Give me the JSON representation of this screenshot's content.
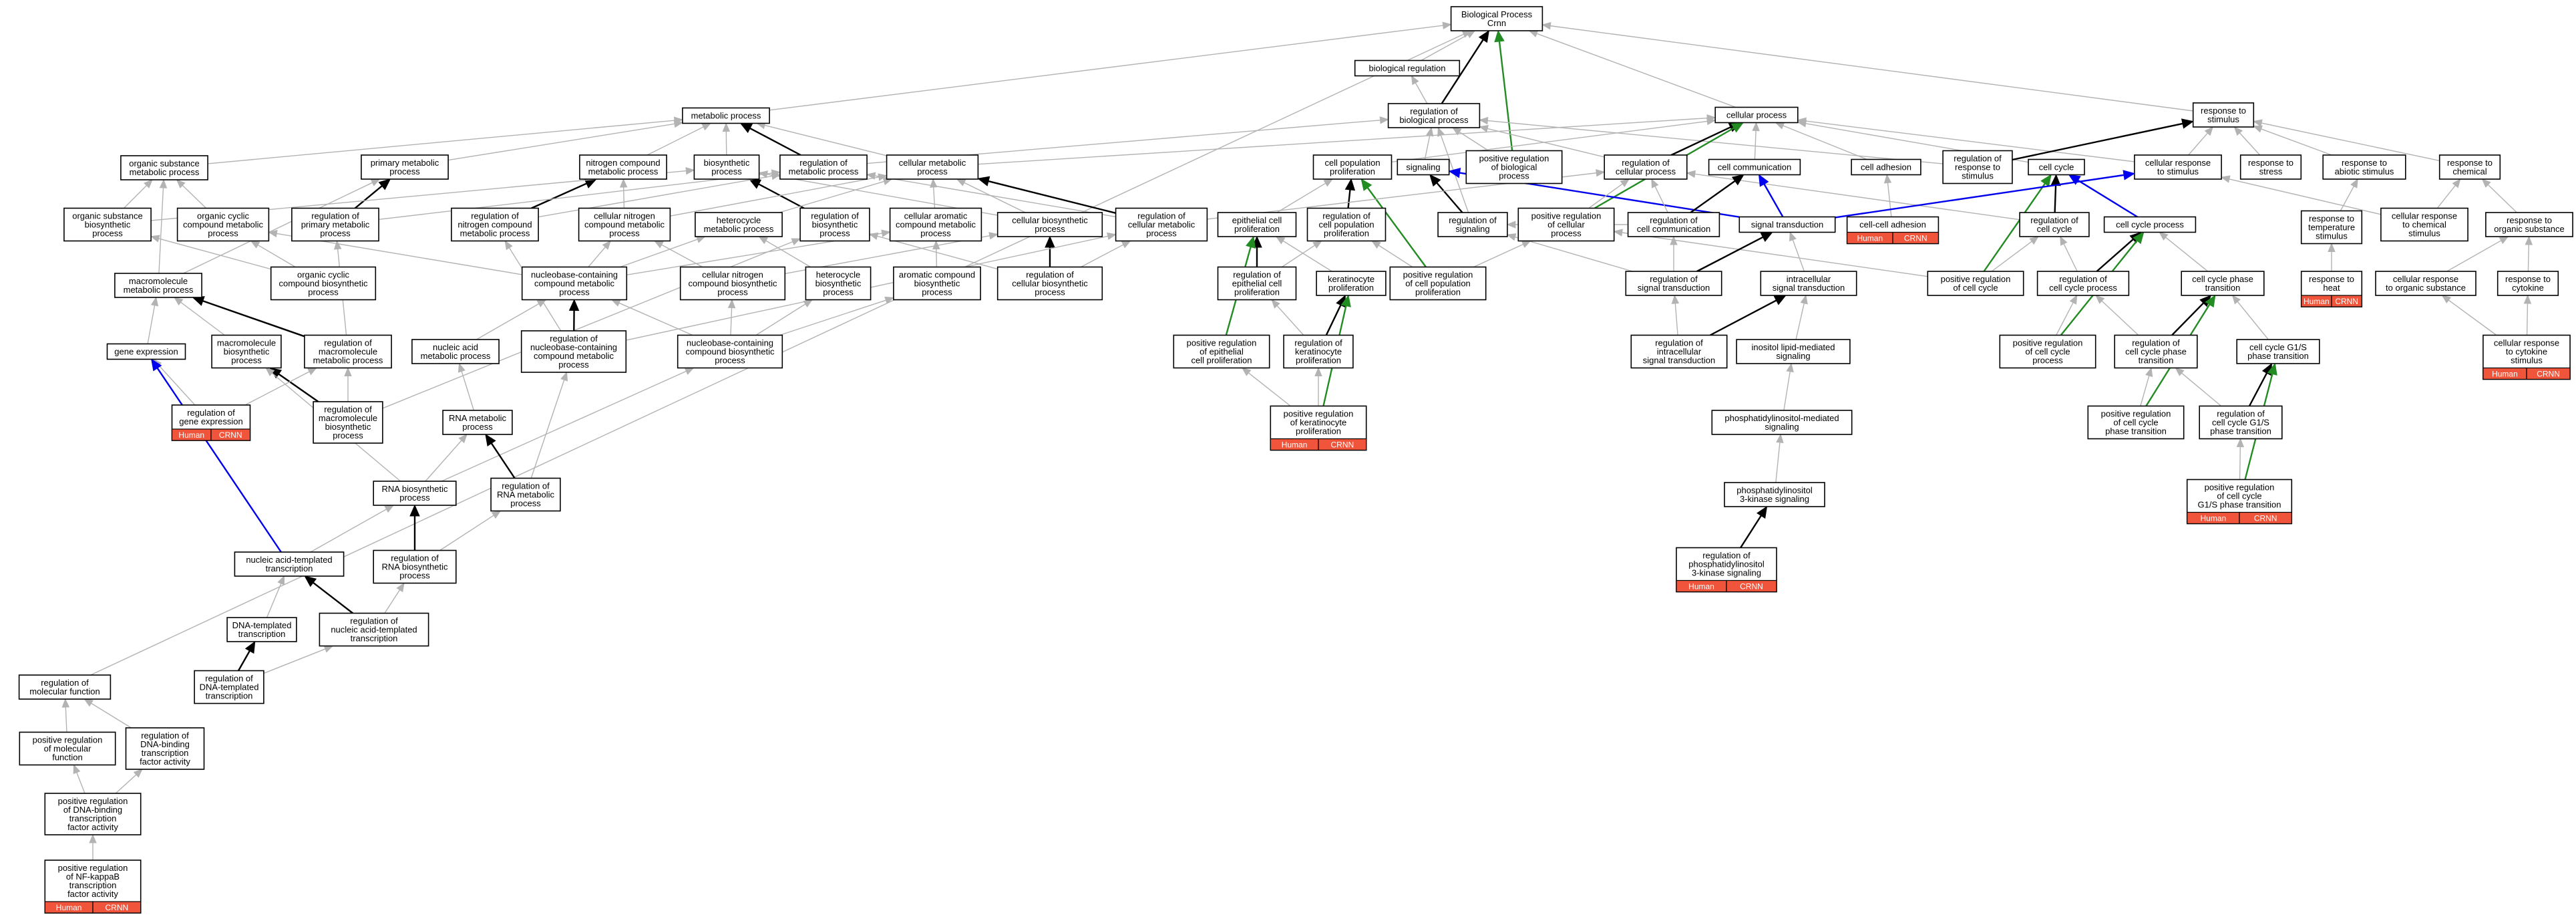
{
  "colors": {
    "gray": "#b3b3b3",
    "black": "#000000",
    "green": "#228b22",
    "blue": "#0000ee",
    "gene_fill": "#f0553c"
  },
  "nodes": {
    "root": [
      "Biological Process",
      "Crnn"
    ],
    "bioreg": [
      "biological regulation"
    ],
    "metab": [
      "metabolic process"
    ],
    "regbio": [
      "regulation of",
      "biological process"
    ],
    "cellproc": [
      "cellular process"
    ],
    "respstim": [
      "response to",
      "stimulus"
    ],
    "orgsubmet": [
      "organic substance",
      "metabolic process"
    ],
    "primmet": [
      "primary metabolic",
      "process"
    ],
    "nitromet": [
      "nitrogen compound",
      "metabolic process"
    ],
    "biosyn": [
      "biosynthetic",
      "process"
    ],
    "regmetab": [
      "regulation of",
      "metabolic process"
    ],
    "cellmetab": [
      "cellular metabolic",
      "process"
    ],
    "cellpopprol": [
      "cell population",
      "proliferation"
    ],
    "signaling": [
      "signaling"
    ],
    "posregbio": [
      "positive regulation",
      "of biological",
      "process"
    ],
    "regcellproc": [
      "regulation of",
      "cellular process"
    ],
    "cellcomm": [
      "cell communication"
    ],
    "celladh": [
      "cell adhesion"
    ],
    "regrespstim": [
      "regulation of",
      "response to",
      "stimulus"
    ],
    "cellcycle": [
      "cell cycle"
    ],
    "cellrespstim": [
      "cellular response",
      "to stimulus"
    ],
    "respstress": [
      "response to",
      "stress"
    ],
    "respabiotic": [
      "response to",
      "abiotic stimulus"
    ],
    "respchem": [
      "response to",
      "chemical"
    ],
    "orgsubbiosyn": [
      "organic substance",
      "biosynthetic",
      "process"
    ],
    "orgcycmet": [
      "organic cyclic",
      "compound metabolic",
      "process"
    ],
    "regprimmet": [
      "regulation of",
      "primary metabolic",
      "process"
    ],
    "regnitromet": [
      "regulation of",
      "nitrogen compound",
      "metabolic process"
    ],
    "cellnitromet": [
      "cellular nitrogen",
      "compound metabolic",
      "process"
    ],
    "heterocycmet": [
      "heterocycle",
      "metabolic process"
    ],
    "regbiosyn": [
      "regulation of",
      "biosynthetic",
      "process"
    ],
    "cellaromet": [
      "cellular aromatic",
      "compound metabolic",
      "process"
    ],
    "cellbiosyn": [
      "cellular biosynthetic",
      "process"
    ],
    "regcellmetab": [
      "regulation of",
      "cellular metabolic",
      "process"
    ],
    "epiprol": [
      "epithelial cell",
      "proliferation"
    ],
    "regcellpop": [
      "regulation of",
      "cell population",
      "proliferation"
    ],
    "regsignaling": [
      "regulation of",
      "signaling"
    ],
    "posregcellproc": [
      "positive regulation",
      "of cellular",
      "process"
    ],
    "regcellcomm": [
      "regulation of",
      "cell communication"
    ],
    "signaltrans": [
      "signal transduction"
    ],
    "cellcelladh": [
      "cell-cell adhesion"
    ],
    "regcellcycle": [
      "regulation of",
      "cell cycle"
    ],
    "cellcycleproc": [
      "cell cycle process"
    ],
    "resptemp": [
      "response to",
      "temperature",
      "stimulus"
    ],
    "cellrespchem": [
      "cellular response",
      "to chemical",
      "stimulus"
    ],
    "resporgsub": [
      "response to",
      "organic substance"
    ],
    "macromet": [
      "macromolecule",
      "metabolic process"
    ],
    "orgcycbiosyn": [
      "organic cyclic",
      "compound biosynthetic",
      "process"
    ],
    "nucbasemet": [
      "nucleobase-containing",
      "compound metabolic",
      "process"
    ],
    "cellnitrobiosyn": [
      "cellular nitrogen",
      "compound biosynthetic",
      "process"
    ],
    "heterocycbiosyn": [
      "heterocycle",
      "biosynthetic",
      "process"
    ],
    "aromaticbiosyn": [
      "aromatic compound",
      "biosynthetic",
      "process"
    ],
    "regcellbiosyn": [
      "regulation of",
      "cellular biosynthetic",
      "process"
    ],
    "regepi": [
      "regulation of",
      "epithelial cell",
      "proliferation"
    ],
    "keratprol": [
      "keratinocyte",
      "proliferation"
    ],
    "posregcellpop": [
      "positive regulation",
      "of cell population",
      "proliferation"
    ],
    "regsigtrans": [
      "regulation of",
      "signal transduction"
    ],
    "intrasig": [
      "intracellular",
      "signal transduction"
    ],
    "posregcellcycle": [
      "positive regulation",
      "of cell cycle"
    ],
    "regcellcycleproc": [
      "regulation of",
      "cell cycle process"
    ],
    "ccphasetrans": [
      "cell cycle phase",
      "transition"
    ],
    "respheat": [
      "response to",
      "heat"
    ],
    "cellresporgsub": [
      "cellular response",
      "to organic substance"
    ],
    "respcytokine": [
      "response to",
      "cytokine"
    ],
    "geneexpr": [
      "gene expression"
    ],
    "macrobiosyn": [
      "macromolecule",
      "biosynthetic",
      "process"
    ],
    "regmacromet": [
      "regulation of",
      "macromolecule",
      "metabolic process"
    ],
    "nucacidmet": [
      "nucleic acid",
      "metabolic process"
    ],
    "regnucbasemet": [
      "regulation of",
      "nucleobase-containing",
      "compound metabolic",
      "process"
    ],
    "nucbasebiosyn": [
      "nucleobase-containing",
      "compound biosynthetic",
      "process"
    ],
    "posregepi": [
      "positive regulation",
      "of epithelial",
      "cell proliferation"
    ],
    "regkerat": [
      "regulation of",
      "keratinocyte",
      "proliferation"
    ],
    "regintrasig": [
      "regulation of",
      "intracellular",
      "signal transduction"
    ],
    "inositol": [
      "inositol lipid-mediated",
      "signaling"
    ],
    "posregcellcycleproc": [
      "positive regulation",
      "of cell cycle",
      "process"
    ],
    "regccphase": [
      "regulation of",
      "cell cycle phase",
      "transition"
    ],
    "g1s": [
      "cell cycle G1/S",
      "phase transition"
    ],
    "cellrespcytokine": [
      "cellular response",
      "to cytokine",
      "stimulus"
    ],
    "reggeneexpr": [
      "regulation of",
      "gene expression"
    ],
    "regmacrobiosyn": [
      "regulation of",
      "macromolecule",
      "biosynthetic",
      "process"
    ],
    "rnamet": [
      "RNA metabolic",
      "process"
    ],
    "posregkerat": [
      "positive regulation",
      "of keratinocyte",
      "proliferation"
    ],
    "pi3k": [
      "phosphatidylinositol-mediated",
      "signaling"
    ],
    "posregccphase": [
      "positive regulation",
      "of cell cycle",
      "phase transition"
    ],
    "regg1s": [
      "regulation of",
      "cell cycle G1/S",
      "phase transition"
    ],
    "rnabiosyn": [
      "RNA biosynthetic",
      "process"
    ],
    "regrnamet": [
      "regulation of",
      "RNA metabolic",
      "process"
    ],
    "pi3kinase": [
      "phosphatidylinositol",
      "3-kinase signaling"
    ],
    "posregg1s": [
      "positive regulation",
      "of cell cycle",
      "G1/S phase transition"
    ],
    "nucacidtemplate": [
      "nucleic acid-templated",
      "transcription"
    ],
    "regrnabiosyn": [
      "regulation of",
      "RNA biosynthetic",
      "process"
    ],
    "regpi3k": [
      "regulation of",
      "phosphatidylinositol",
      "3-kinase signaling"
    ],
    "dnatemplate": [
      "DNA-templated",
      "transcription"
    ],
    "regnucacid": [
      "regulation of",
      "nucleic acid-templated",
      "transcription"
    ],
    "regdnatemplate": [
      "regulation of",
      "DNA-templated",
      "transcription"
    ],
    "regmolfunc": [
      "regulation of",
      "molecular function"
    ],
    "posregmolfunc": [
      "positive regulation",
      "of molecular",
      "function"
    ],
    "regdnabinding": [
      "regulation of",
      "DNA-binding",
      "transcription",
      "factor activity"
    ],
    "posregdnabinding": [
      "positive regulation",
      "of DNA-binding",
      "transcription",
      "factor activity"
    ],
    "posregnfkb": [
      "positive regulation",
      "of NF-kappaB",
      "transcription",
      "factor activity"
    ]
  },
  "genes": {
    "labels": [
      "Human",
      "CRNN"
    ],
    "annotated": [
      "cellcelladh",
      "reggeneexpr",
      "posregkerat",
      "regpi3k",
      "respheat",
      "cellrespcytokine",
      "posregg1s",
      "posregnfkb"
    ]
  },
  "edges": [
    [
      "bioreg",
      "root",
      "gray"
    ],
    [
      "metab",
      "root",
      "gray"
    ],
    [
      "regbio",
      "root",
      "black"
    ],
    [
      "posregbio",
      "root",
      "green"
    ],
    [
      "cellproc",
      "root",
      "gray"
    ],
    [
      "respstim",
      "root",
      "gray"
    ],
    [
      "regmolfunc",
      "root",
      "gray"
    ],
    [
      "regbio",
      "bioreg",
      "gray"
    ],
    [
      "orgsubmet",
      "metab",
      "gray"
    ],
    [
      "primmet",
      "metab",
      "gray"
    ],
    [
      "nitromet",
      "metab",
      "gray"
    ],
    [
      "biosyn",
      "metab",
      "gray"
    ],
    [
      "regmetab",
      "metab",
      "black"
    ],
    [
      "cellmetab",
      "metab",
      "gray"
    ],
    [
      "regmetab",
      "regbio",
      "gray"
    ],
    [
      "signaling",
      "regbio",
      "gray"
    ],
    [
      "posregbio",
      "regbio",
      "gray"
    ],
    [
      "regcellproc",
      "regbio",
      "gray"
    ],
    [
      "regrespstim",
      "regbio",
      "gray"
    ],
    [
      "regsignaling",
      "regbio",
      "gray"
    ],
    [
      "cellpopprol",
      "cellproc",
      "gray"
    ],
    [
      "regcellproc",
      "cellproc",
      "black"
    ],
    [
      "cellcomm",
      "cellproc",
      "gray"
    ],
    [
      "celladh",
      "cellproc",
      "gray"
    ],
    [
      "cellcycle",
      "cellproc",
      "gray"
    ],
    [
      "cellrespstim",
      "cellproc",
      "gray"
    ],
    [
      "cellmetab",
      "cellproc",
      "gray"
    ],
    [
      "posregcellproc",
      "cellproc",
      "green"
    ],
    [
      "regrespstim",
      "respstim",
      "black"
    ],
    [
      "cellrespstim",
      "respstim",
      "gray"
    ],
    [
      "respstress",
      "respstim",
      "gray"
    ],
    [
      "respabiotic",
      "respstim",
      "gray"
    ],
    [
      "respchem",
      "respstim",
      "gray"
    ],
    [
      "orgsubbiosyn",
      "orgsubmet",
      "gray"
    ],
    [
      "orgcycmet",
      "orgsubmet",
      "gray"
    ],
    [
      "macromet",
      "orgsubmet",
      "gray"
    ],
    [
      "regprimmet",
      "primmet",
      "black"
    ],
    [
      "macromet",
      "primmet",
      "gray"
    ],
    [
      "regnitromet",
      "nitromet",
      "black"
    ],
    [
      "cellnitromet",
      "nitromet",
      "gray"
    ],
    [
      "orgsubbiosyn",
      "biosyn",
      "gray"
    ],
    [
      "regbiosyn",
      "biosyn",
      "black"
    ],
    [
      "cellbiosyn",
      "biosyn",
      "gray"
    ],
    [
      "regprimmet",
      "regmetab",
      "gray"
    ],
    [
      "regnitromet",
      "regmetab",
      "gray"
    ],
    [
      "regcellmetab",
      "regmetab",
      "gray"
    ],
    [
      "cellnitromet",
      "cellmetab",
      "gray"
    ],
    [
      "heterocycmet",
      "cellmetab",
      "gray"
    ],
    [
      "cellaromet",
      "cellmetab",
      "gray"
    ],
    [
      "cellbiosyn",
      "cellmetab",
      "gray"
    ],
    [
      "regcellmetab",
      "cellmetab",
      "black"
    ],
    [
      "epiprol",
      "cellpopprol",
      "gray"
    ],
    [
      "regcellpop",
      "cellpopprol",
      "black"
    ],
    [
      "posregcellpop",
      "cellpopprol",
      "green"
    ],
    [
      "regsignaling",
      "signaling",
      "black"
    ],
    [
      "signaltrans",
      "signaling",
      "blue"
    ],
    [
      "regcellcomm",
      "regcellproc",
      "gray"
    ],
    [
      "regcellcycle",
      "regcellproc",
      "gray"
    ],
    [
      "posregcellproc",
      "regcellproc",
      "gray"
    ],
    [
      "regcellmetab",
      "regcellproc",
      "gray"
    ],
    [
      "regcellcomm",
      "cellcomm",
      "black"
    ],
    [
      "signaltrans",
      "cellcomm",
      "blue"
    ],
    [
      "cellcelladh",
      "celladh",
      "gray"
    ],
    [
      "regcellcycle",
      "cellcycle",
      "black"
    ],
    [
      "cellcycleproc",
      "cellcycle",
      "blue"
    ],
    [
      "posregcellcycle",
      "cellcycle",
      "green"
    ],
    [
      "signaltrans",
      "cellrespstim",
      "blue"
    ],
    [
      "cellrespchem",
      "cellrespstim",
      "gray"
    ],
    [
      "resptemp",
      "respabiotic",
      "gray"
    ],
    [
      "cellrespchem",
      "respchem",
      "gray"
    ],
    [
      "resporgsub",
      "respchem",
      "gray"
    ],
    [
      "orgcycbiosyn",
      "orgsubbiosyn",
      "gray"
    ],
    [
      "nucbasemet",
      "orgcycmet",
      "gray"
    ],
    [
      "orgcycbiosyn",
      "orgcycmet",
      "gray"
    ],
    [
      "regmacromet",
      "regprimmet",
      "gray"
    ],
    [
      "regnucbasemet",
      "regnitromet",
      "gray"
    ],
    [
      "nucbasemet",
      "cellnitromet",
      "gray"
    ],
    [
      "cellnitrobiosyn",
      "cellnitromet",
      "gray"
    ],
    [
      "nucbasemet",
      "heterocycmet",
      "gray"
    ],
    [
      "heterocycbiosyn",
      "heterocycmet",
      "gray"
    ],
    [
      "regcellbiosyn",
      "regbiosyn",
      "gray"
    ],
    [
      "regmacrobiosyn",
      "regbiosyn",
      "gray"
    ],
    [
      "nucbasemet",
      "cellaromet",
      "gray"
    ],
    [
      "aromaticbiosyn",
      "cellaromet",
      "gray"
    ],
    [
      "regcellbiosyn",
      "cellbiosyn",
      "black"
    ],
    [
      "cellnitrobiosyn",
      "cellbiosyn",
      "gray"
    ],
    [
      "regcellbiosyn",
      "regcellmetab",
      "gray"
    ],
    [
      "regnucbasemet",
      "regcellmetab",
      "gray"
    ],
    [
      "regepi",
      "epiprol",
      "black"
    ],
    [
      "keratprol",
      "epiprol",
      "gray"
    ],
    [
      "posregepi",
      "epiprol",
      "green"
    ],
    [
      "regepi",
      "regcellpop",
      "gray"
    ],
    [
      "posregcellpop",
      "regcellpop",
      "gray"
    ],
    [
      "regcellcomm",
      "regsignaling",
      "gray"
    ],
    [
      "regsigtrans",
      "regsignaling",
      "gray"
    ],
    [
      "posregcellpop",
      "posregcellproc",
      "gray"
    ],
    [
      "posregcellcycle",
      "posregcellproc",
      "gray"
    ],
    [
      "regsigtrans",
      "regcellcomm",
      "gray"
    ],
    [
      "regsigtrans",
      "signaltrans",
      "black"
    ],
    [
      "intrasig",
      "signaltrans",
      "gray"
    ],
    [
      "posregcellcycle",
      "regcellcycle",
      "gray"
    ],
    [
      "regcellcycleproc",
      "regcellcycle",
      "gray"
    ],
    [
      "regcellcycleproc",
      "cellcycleproc",
      "black"
    ],
    [
      "ccphasetrans",
      "cellcycleproc",
      "gray"
    ],
    [
      "posregcellcycleproc",
      "cellcycleproc",
      "green"
    ],
    [
      "respheat",
      "resptemp",
      "gray"
    ],
    [
      "cellresporgsub",
      "resporgsub",
      "gray"
    ],
    [
      "respcytokine",
      "resporgsub",
      "gray"
    ],
    [
      "geneexpr",
      "macromet",
      "gray"
    ],
    [
      "macrobiosyn",
      "macromet",
      "gray"
    ],
    [
      "regmacromet",
      "macromet",
      "black"
    ],
    [
      "nucacidmet",
      "nucbasemet",
      "gray"
    ],
    [
      "regnucbasemet",
      "nucbasemet",
      "black"
    ],
    [
      "nucbasebiosyn",
      "nucbasemet",
      "gray"
    ],
    [
      "nucbasebiosyn",
      "cellnitrobiosyn",
      "gray"
    ],
    [
      "nucbasebiosyn",
      "heterocycbiosyn",
      "gray"
    ],
    [
      "nucbasebiosyn",
      "aromaticbiosyn",
      "gray"
    ],
    [
      "regkerat",
      "keratprol",
      "black"
    ],
    [
      "posregkerat",
      "keratprol",
      "green"
    ],
    [
      "regintrasig",
      "regsigtrans",
      "gray"
    ],
    [
      "regintrasig",
      "intrasig",
      "black"
    ],
    [
      "inositol",
      "intrasig",
      "gray"
    ],
    [
      "posregcellcycleproc",
      "regcellcycleproc",
      "gray"
    ],
    [
      "regccphase",
      "regcellcycleproc",
      "gray"
    ],
    [
      "regccphase",
      "ccphasetrans",
      "black"
    ],
    [
      "g1s",
      "ccphasetrans",
      "gray"
    ],
    [
      "posregccphase",
      "ccphasetrans",
      "green"
    ],
    [
      "cellrespcytokine",
      "cellresporgsub",
      "gray"
    ],
    [
      "cellrespcytokine",
      "respcytokine",
      "gray"
    ],
    [
      "reggeneexpr",
      "geneexpr",
      "gray"
    ],
    [
      "nucacidtemplate",
      "geneexpr",
      "blue"
    ],
    [
      "regmacrobiosyn",
      "macrobiosyn",
      "black"
    ],
    [
      "rnabiosyn",
      "macrobiosyn",
      "gray"
    ],
    [
      "reggeneexpr",
      "regmacromet",
      "gray"
    ],
    [
      "regmacrobiosyn",
      "regmacromet",
      "gray"
    ],
    [
      "rnamet",
      "nucacidmet",
      "gray"
    ],
    [
      "regrnamet",
      "regnucbasemet",
      "gray"
    ],
    [
      "rnabiosyn",
      "nucbasebiosyn",
      "gray"
    ],
    [
      "regkerat",
      "regepi",
      "gray"
    ],
    [
      "posregkerat",
      "posregepi",
      "gray"
    ],
    [
      "posregkerat",
      "regkerat",
      "gray"
    ],
    [
      "pi3k",
      "inositol",
      "gray"
    ],
    [
      "posregccphase",
      "regccphase",
      "gray"
    ],
    [
      "regg1s",
      "regccphase",
      "gray"
    ],
    [
      "regg1s",
      "g1s",
      "black"
    ],
    [
      "posregg1s",
      "g1s",
      "green"
    ],
    [
      "rnabiosyn",
      "rnamet",
      "gray"
    ],
    [
      "regrnamet",
      "rnamet",
      "black"
    ],
    [
      "regrnabiosyn",
      "regrnamet",
      "gray"
    ],
    [
      "pi3kinase",
      "pi3k",
      "gray"
    ],
    [
      "posregg1s",
      "regg1s",
      "gray"
    ],
    [
      "nucacidtemplate",
      "rnabiosyn",
      "gray"
    ],
    [
      "regrnabiosyn",
      "rnabiosyn",
      "black"
    ],
    [
      "regpi3k",
      "pi3kinase",
      "black"
    ],
    [
      "dnatemplate",
      "nucacidtemplate",
      "gray"
    ],
    [
      "regnucacid",
      "nucacidtemplate",
      "black"
    ],
    [
      "regnucacid",
      "regrnabiosyn",
      "gray"
    ],
    [
      "regdnatemplate",
      "dnatemplate",
      "black"
    ],
    [
      "regdnatemplate",
      "regnucacid",
      "gray"
    ],
    [
      "regdnabinding",
      "regmolfunc",
      "gray"
    ],
    [
      "posregmolfunc",
      "regmolfunc",
      "gray"
    ],
    [
      "posregdnabinding",
      "regdnabinding",
      "gray"
    ],
    [
      "posregdnabinding",
      "posregmolfunc",
      "gray"
    ],
    [
      "posregnfkb",
      "posregdnabinding",
      "gray"
    ]
  ]
}
